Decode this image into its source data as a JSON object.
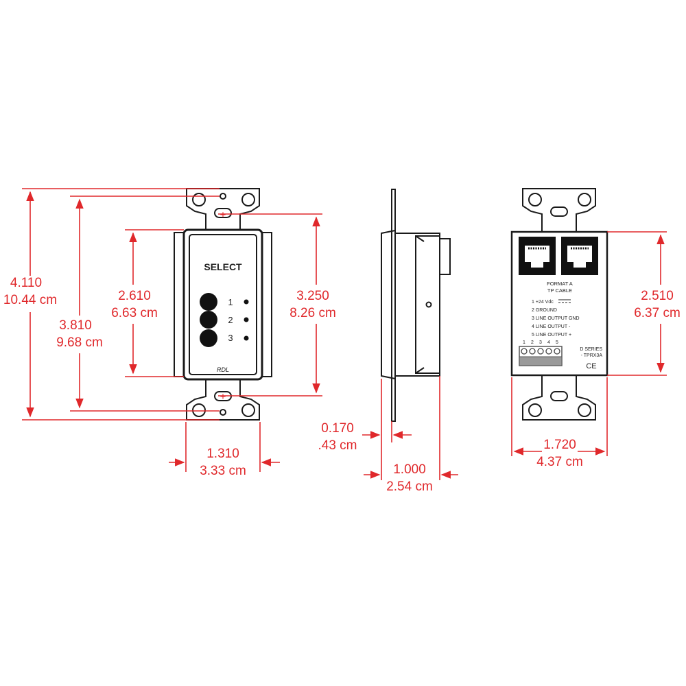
{
  "colors": {
    "dimension": "#e0282b",
    "outline": "#1a1a1a",
    "background": "#ffffff"
  },
  "front_view": {
    "panel_title": "SELECT",
    "buttons": [
      {
        "label": "1"
      },
      {
        "label": "2"
      },
      {
        "label": "3"
      }
    ],
    "logo_text": "RDL"
  },
  "back_view": {
    "cable_title": "FORMAT A",
    "cable_subtitle": "TP CABLE",
    "pinout": [
      "1  +24 Vdc",
      "2  GROUND",
      "3  LINE OUTPUT GND",
      "4  LINE OUTPUT -",
      "5  LINE OUTPUT +"
    ],
    "terminal_numbers": [
      "1",
      "2",
      "3",
      "4",
      "5"
    ],
    "series_label": "D SERIES",
    "model_label": "- TPRX3A",
    "ce_mark": "CE"
  },
  "dimensions": {
    "overall_height": {
      "in": "4.110",
      "cm": "10.44 cm"
    },
    "hole_spacing": {
      "in": "3.810",
      "cm": "9.68 cm"
    },
    "panel_height": {
      "in": "2.610",
      "cm": "6.63 cm"
    },
    "housing_height": {
      "in": "3.250",
      "cm": "8.26 cm"
    },
    "panel_width": {
      "in": "1.310",
      "cm": "3.33 cm"
    },
    "plate_thickness": {
      "in": "0.170",
      "cm": ".43 cm"
    },
    "depth": {
      "in": "1.000",
      "cm": "2.54 cm"
    },
    "back_height": {
      "in": "2.510",
      "cm": "6.37 cm"
    },
    "back_width": {
      "in": "1.720",
      "cm": "4.37 cm"
    }
  }
}
